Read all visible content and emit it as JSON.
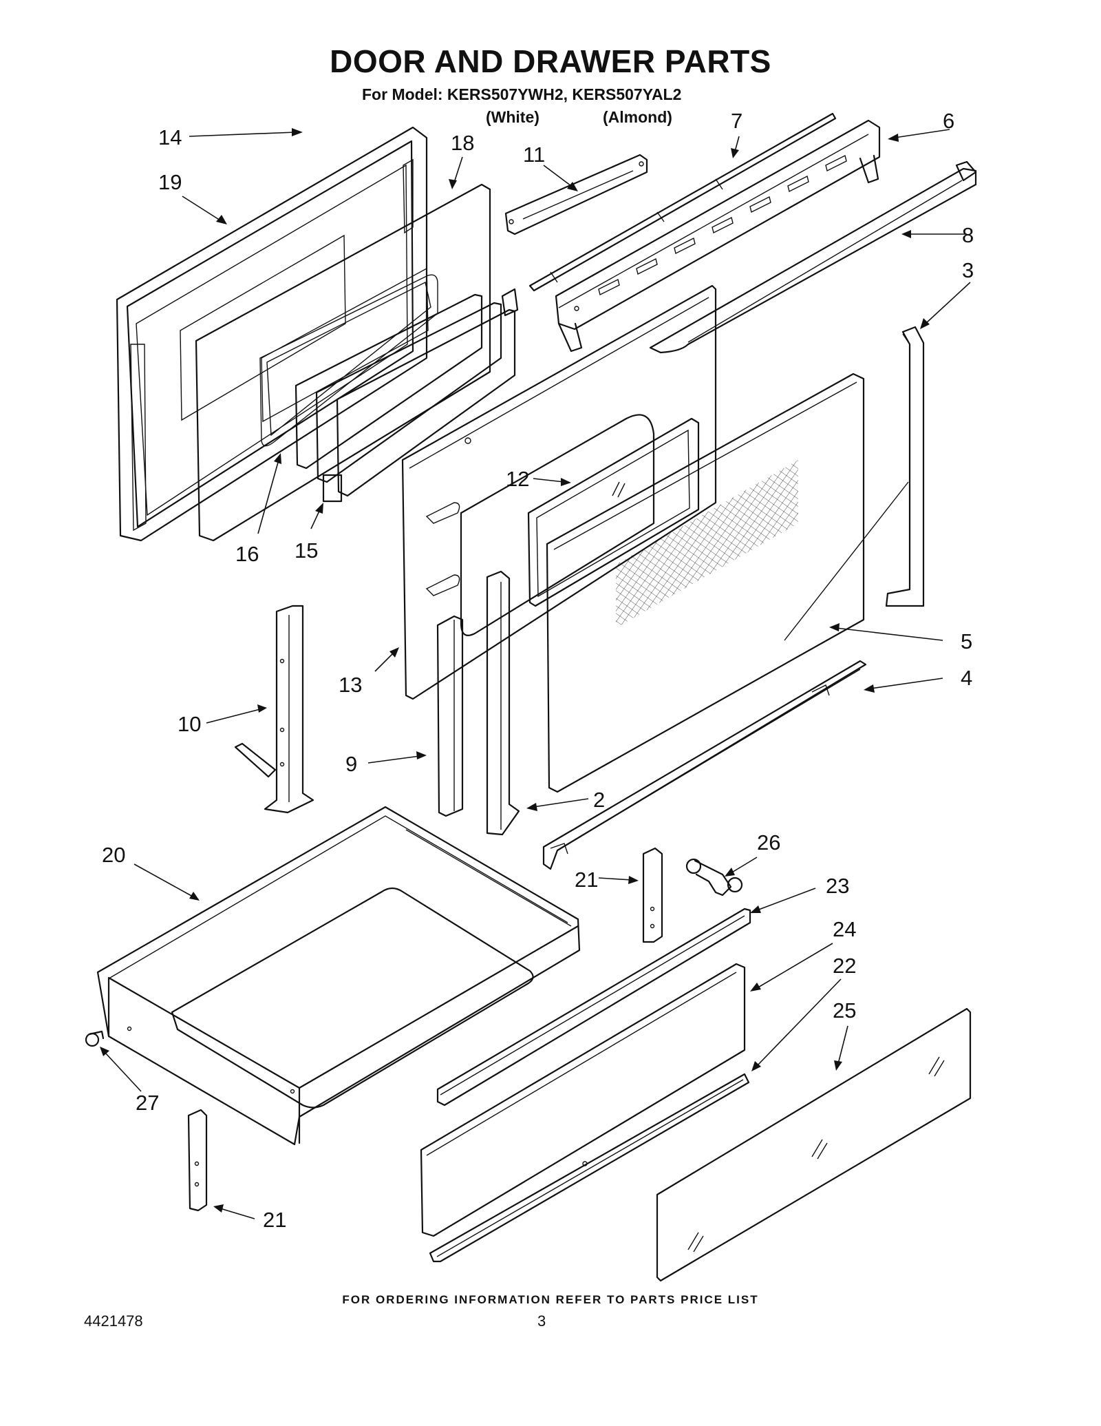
{
  "header": {
    "title": "DOOR AND DRAWER PARTS",
    "subtitle": "For Model: KERS507YWH2, KERS507YAL2",
    "variant_white": "(White)",
    "variant_almond": "(Almond)"
  },
  "callouts": {
    "c1": "14",
    "c2": "19",
    "c3": "18",
    "c4": "11",
    "c5": "7",
    "c6": "6",
    "c7": "8",
    "c8": "3",
    "c9": "16",
    "c10": "15",
    "c11": "12",
    "c12": "13",
    "c13": "5",
    "c14": "4",
    "c15": "10",
    "c16": "9",
    "c17": "2",
    "c18": "20",
    "c19": "26",
    "c20": "21",
    "c21": "23",
    "c22": "24",
    "c23": "22",
    "c24": "25",
    "c25": "27",
    "c26": "21"
  },
  "footer": {
    "ordering_note": "FOR ORDERING INFORMATION REFER TO PARTS PRICE LIST",
    "document_number": "4421478",
    "page_number": "3"
  }
}
